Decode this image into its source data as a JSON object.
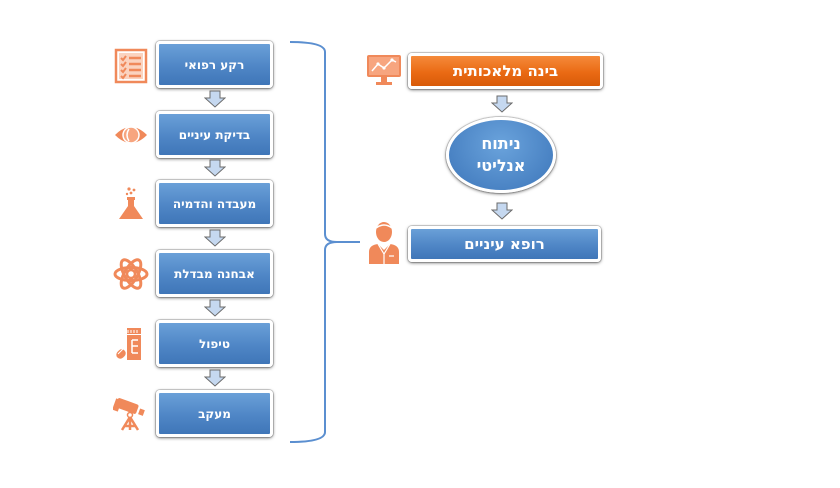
{
  "colors": {
    "box_blue": "#4f86c6",
    "box_orange": "#ea6a14",
    "icon_orange": "#f0895a",
    "bracket_blue": "#5b8fd0",
    "arrow_fill": "#c5d8f0",
    "arrow_stroke": "#6b6b6b"
  },
  "left_column": {
    "steps": [
      {
        "label": "רקע רפואי",
        "icon": "checklist-icon"
      },
      {
        "label": "בדיקת עיניים",
        "icon": "eye-icon"
      },
      {
        "label": "מעבדה והדמיה",
        "icon": "lab-flask-icon"
      },
      {
        "label": "אבחנה מבדלת",
        "icon": "atom-icon"
      },
      {
        "label": "טיפול",
        "icon": "medicine-bottle-icon"
      },
      {
        "label": "מעקב",
        "icon": "telescope-icon"
      }
    ]
  },
  "right_column": {
    "ai_box": {
      "label": "בינה מלאכותית",
      "icon": "monitor-chart-icon"
    },
    "analytics": {
      "line1": "ניתוח",
      "line2": "אנליטי"
    },
    "doctor_box": {
      "label": "רופא עיניים",
      "icon": "doctor-icon"
    }
  }
}
